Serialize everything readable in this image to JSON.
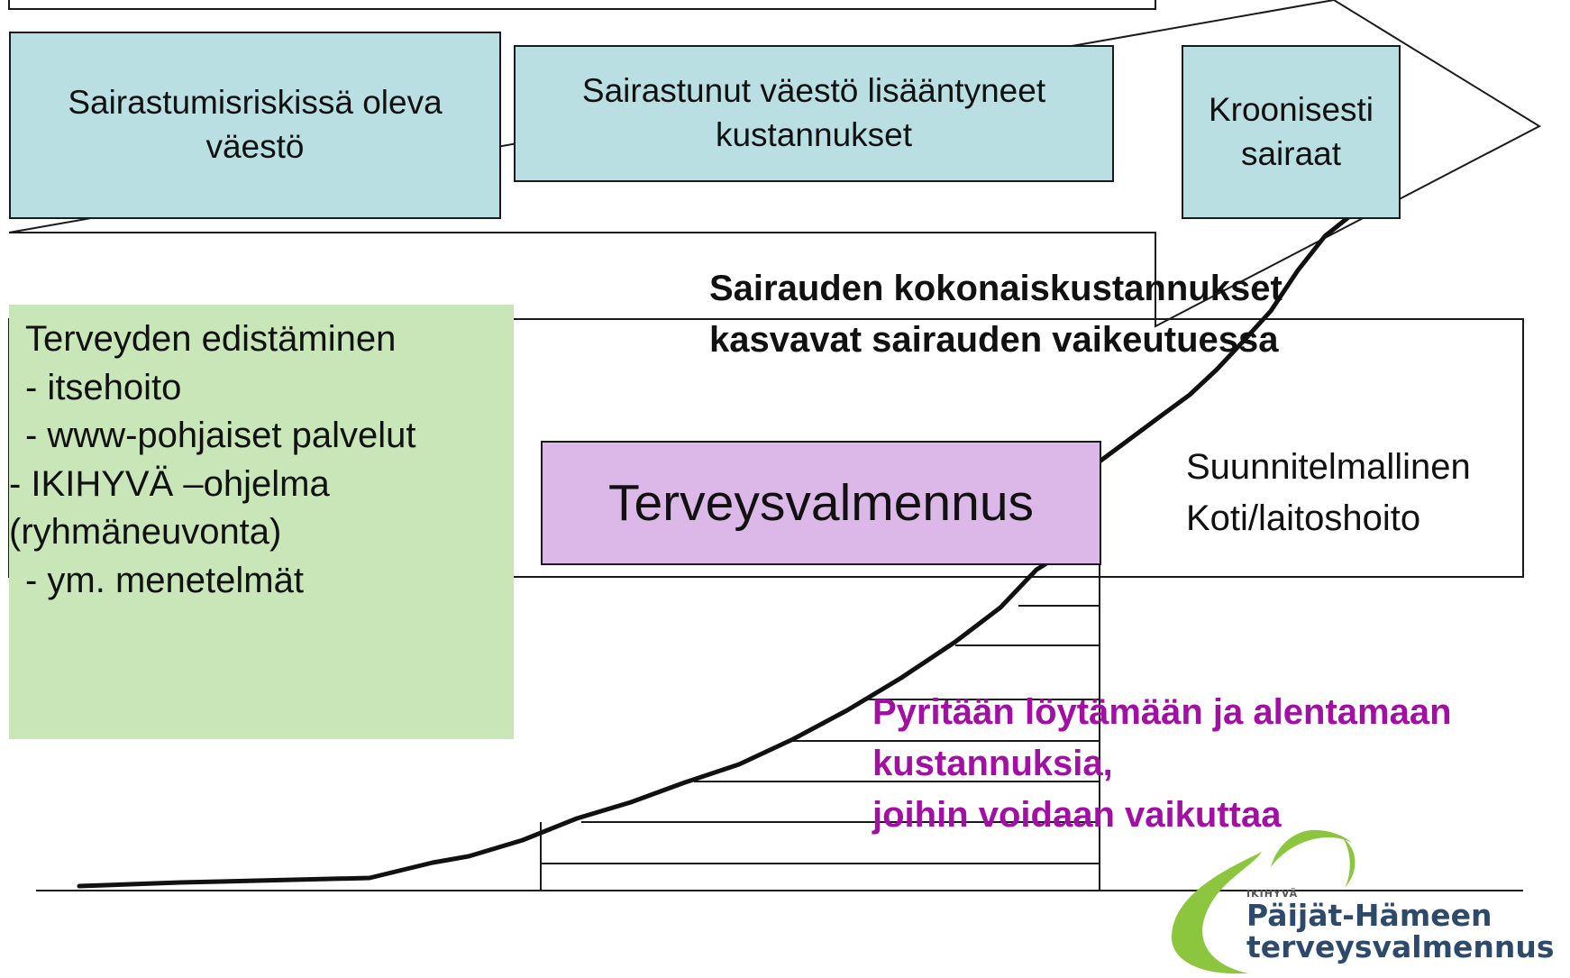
{
  "stages": {
    "risk": "Sairastumisriskissä oleva väestö",
    "sick": "Sairastunut väestö lisääntyneet kustannukset",
    "chronic": "Kroonisesti sairaat"
  },
  "cost_label": "Sairauden kokonaiskustannukset kasvavat sairauden vaikeutuessa",
  "promotion": {
    "title": "Terveyden edistäminen",
    "items": [
      "- itsehoito",
      "- www-pohjaiset palvelut",
      "- IKIHYVÄ –ohjelma (ryhmäneuvonta)",
      "- ym. menetelmät"
    ]
  },
  "coaching": "Terveysvalmennus",
  "care": {
    "line1": "Suunnitelmallinen",
    "line2": "Koti/laitoshoito"
  },
  "goal": {
    "line1": "Pyritään löytämään ja alentamaan",
    "line2": "kustannuksia,",
    "line3": "joihin voidaan vaikuttaa"
  },
  "logo": {
    "small": "IKIHYVÄ",
    "line1": "Päijät-Hämeen",
    "line2": "terveysvalmennus"
  },
  "colors": {
    "stage_fill": "#b9dfe3",
    "promotion_fill": "#c8e6b8",
    "coaching_fill": "#dbb8e8",
    "goal_text": "#a10fa3",
    "logo_green": "#8cc63f",
    "logo_text": "#2e4a6b"
  }
}
